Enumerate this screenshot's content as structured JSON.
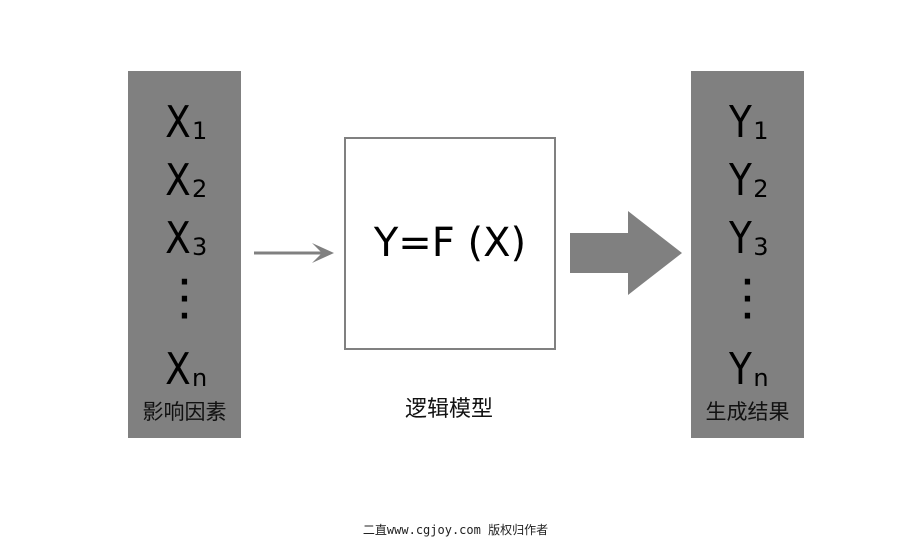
{
  "left_panel": {
    "label": "影响因素",
    "items": [
      {
        "main": "X",
        "sub": "1"
      },
      {
        "main": "X",
        "sub": "2"
      },
      {
        "main": "X",
        "sub": "3"
      },
      {
        "main": "X",
        "sub": "n"
      }
    ],
    "ellipsis": "·\n·\n·"
  },
  "model": {
    "formula": "Y=F (X)",
    "caption": "逻辑模型"
  },
  "right_panel": {
    "label": "生成结果",
    "items": [
      {
        "main": "Y",
        "sub": "1"
      },
      {
        "main": "Y",
        "sub": "2"
      },
      {
        "main": "Y",
        "sub": "3"
      },
      {
        "main": "Y",
        "sub": "n"
      }
    ],
    "ellipsis": "·\n·\n·"
  },
  "footer": "二直www.cgjoy.com 版权归作者",
  "colors": {
    "panel": "#808080",
    "arrow": "#808080",
    "box_border": "#808080"
  }
}
